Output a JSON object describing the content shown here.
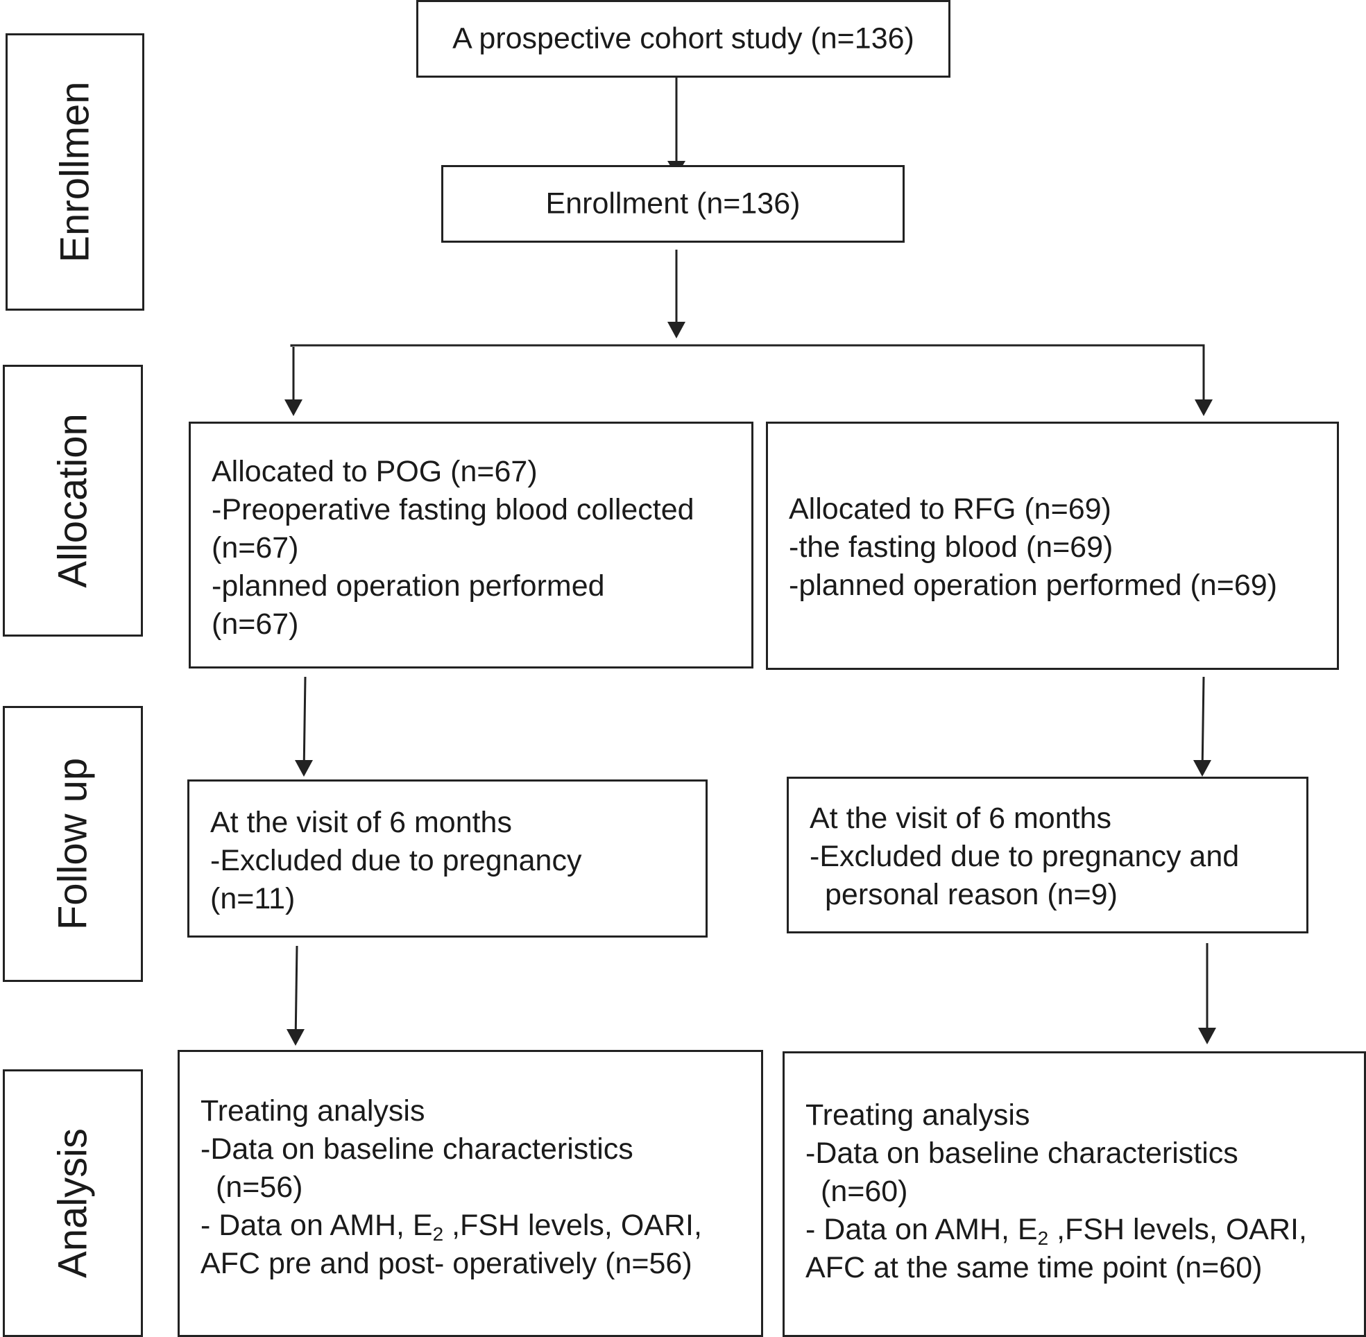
{
  "sidebar": {
    "enrollment": "Enrollmen",
    "allocation": "Allocation",
    "follow_up": "Follow up",
    "analysis": "Analysis"
  },
  "top": {
    "study": "A prospective cohort study (n=136)",
    "enrollment": "Enrollment  (n=136)"
  },
  "allocation": {
    "pog": {
      "title": "Allocated to POG (n=67)",
      "l1": "-Preoperative fasting blood collected",
      "l2": "(n=67)",
      "l3": "-planned  operation performed",
      "l4": "(n=67)"
    },
    "rfg": {
      "title": "Allocated to RFG (n=69)",
      "l1": "-the fasting blood (n=69)",
      "l2": "-planned  operation performed (n=69)"
    }
  },
  "follow_up": {
    "pog": {
      "l1": "At the visit of 6 months",
      "l2": "-Excluded due to pregnancy",
      "l3": "(n=11)"
    },
    "rfg": {
      "l1": "At the visit of 6 months",
      "l2": "-Excluded due to pregnancy and",
      "l3": "personal reason (n=9)"
    }
  },
  "analysis": {
    "pog": {
      "l1": "Treating analysis",
      "l2": "-Data on baseline characteristics",
      "l3": "(n=56)",
      "l4_pre": "- Data on AMH, E",
      "l4_sub": "2",
      "l4_post": " ,FSH levels, OARI,",
      "l5": "AFC pre and post- operatively (n=56)"
    },
    "rfg": {
      "l1": "Treating analysis",
      "l2": "-Data on baseline characteristics",
      "l3": "(n=60)",
      "l4_pre": "- Data on AMH, E",
      "l4_sub": "2",
      "l4_post": " ,FSH levels, OARI,",
      "l5": "AFC at the same time point (n=60)"
    }
  }
}
